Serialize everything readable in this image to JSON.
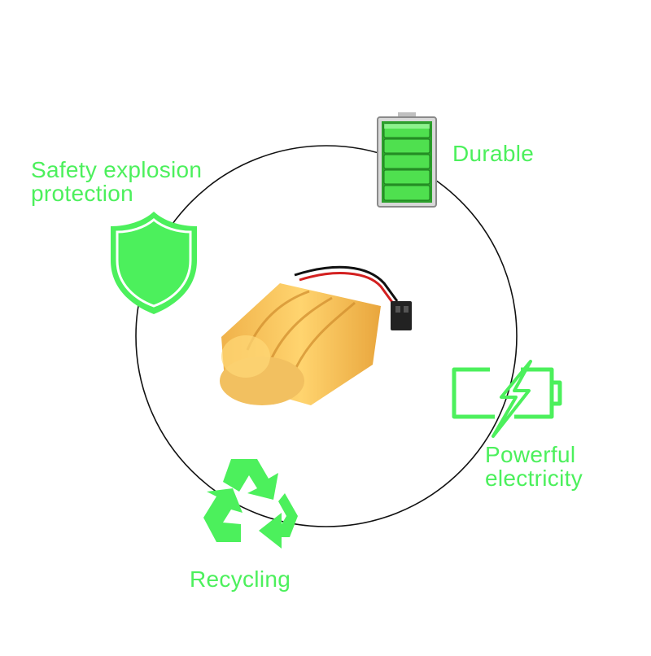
{
  "accent_color": "#4cf05c",
  "features": {
    "safety": {
      "line1": "Safety explosion",
      "line2": "protection",
      "icon": "shield-icon"
    },
    "durable": {
      "label": "Durable",
      "icon": "battery-full-icon"
    },
    "powerful": {
      "line1": "Powerful",
      "line2": "electricity",
      "icon": "battery-charging-icon"
    },
    "recycling": {
      "label": "Recycling",
      "icon": "recycle-icon"
    }
  },
  "product": {
    "icon": "battery-pack-image"
  }
}
